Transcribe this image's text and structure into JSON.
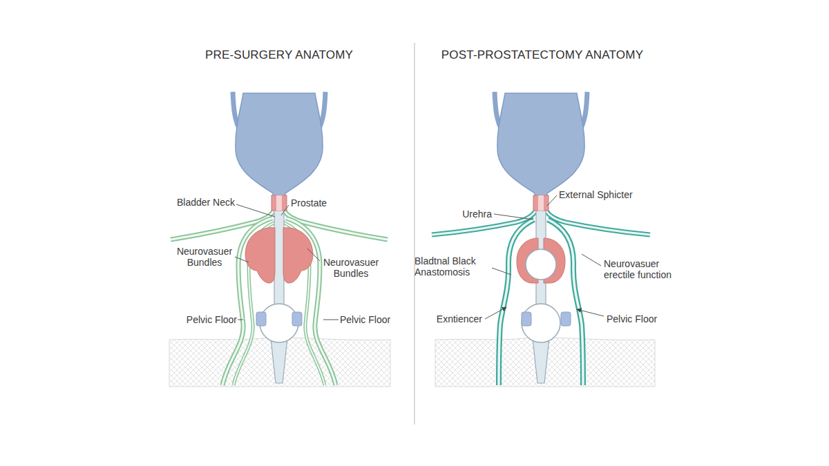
{
  "diagram": {
    "labels": [
      "PRE-SURGERY ANATOMY",
      "POST-PROSTATECTOMY ANATOMY",
      "Bladder Neck",
      "Prostate",
      "Neurovasuer Bundles",
      "Neurovasuer Bundles",
      "Pelvic Floor",
      "Pelvic Floor",
      "External Sphicter",
      "Urehra",
      "Bladtnal Black Anastomosis",
      "Neurovasuer erectile function",
      "Exntiencer",
      "Pelvic Floor"
    ]
  }
}
